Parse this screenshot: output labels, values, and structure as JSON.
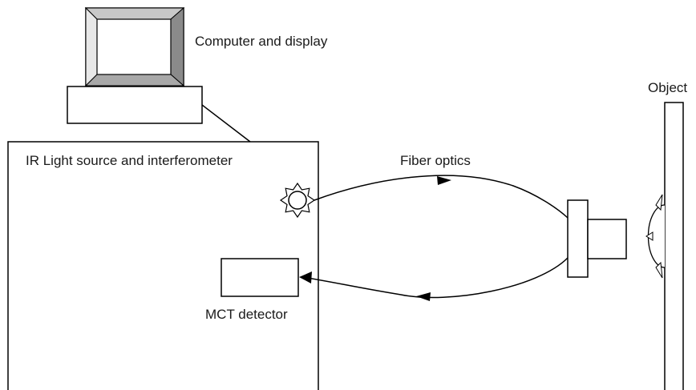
{
  "diagram": {
    "labels": {
      "computer": "Computer and display",
      "object": "Object",
      "ir_source": "IR Light source and interferometer",
      "fiber": "Fiber optics",
      "detector": "MCT detector"
    }
  }
}
